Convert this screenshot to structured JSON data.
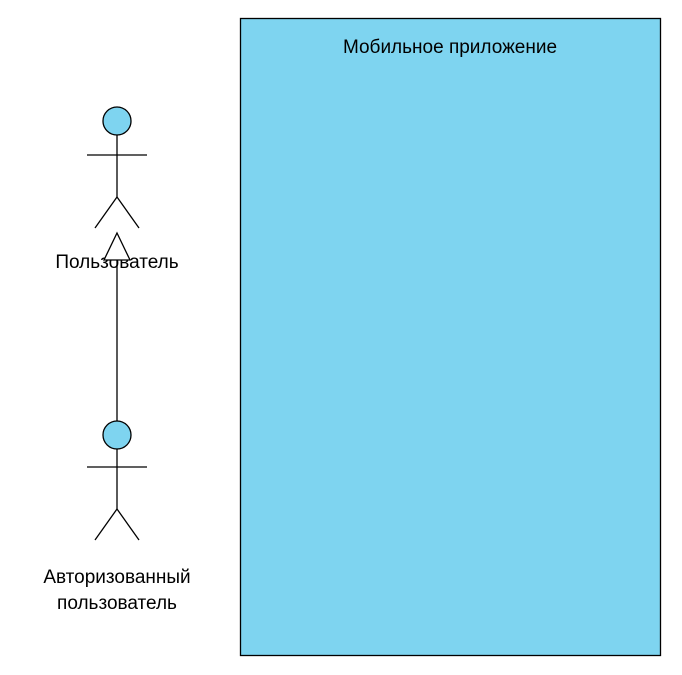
{
  "diagram": {
    "type": "uml-use-case",
    "colors": {
      "shape_fill": "#7ED4F0",
      "shape_stroke": "#000000",
      "background": "#FFFFFF",
      "text": "#000000"
    },
    "system_boundary": {
      "label": "Мобильное приложение"
    },
    "actors": [
      {
        "id": "user",
        "label": "Пользователь"
      },
      {
        "id": "authorized-user",
        "label_lines": [
          "Авторизованный",
          "пользователь"
        ]
      }
    ],
    "relationships": [
      {
        "type": "generalization",
        "from": "authorized-user",
        "to": "user"
      }
    ]
  }
}
